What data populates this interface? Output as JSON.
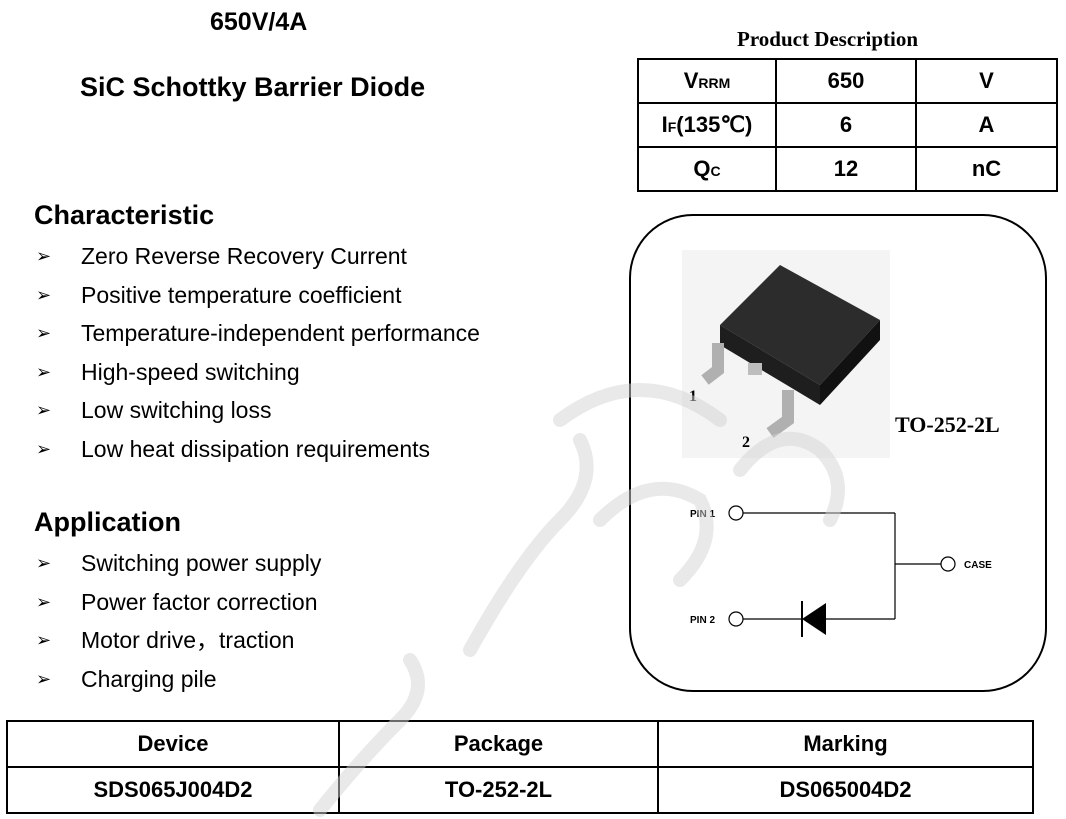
{
  "header": {
    "rating": "650V/4A",
    "title": "SiC Schottky Barrier Diode"
  },
  "characteristic": {
    "heading": "Characteristic",
    "bullet": "➢",
    "items": [
      "Zero Reverse Recovery Current",
      "Positive temperature coefficient",
      "Temperature-independent performance",
      "High-speed switching",
      "Low switching loss",
      "Low heat dissipation requirements"
    ]
  },
  "application": {
    "heading": "Application",
    "items": [
      "Switching power supply",
      "Power factor correction",
      "Motor drive，traction",
      "Charging pile"
    ]
  },
  "product_description": {
    "title": "Product Description",
    "rows": [
      {
        "sym": "V",
        "sub": "RRM",
        "sym_tail": "",
        "value": "650",
        "unit": "V"
      },
      {
        "sym": "I",
        "sub": "F",
        "sym_tail": "(135℃)",
        "value": "6",
        "unit": "A"
      },
      {
        "sym": "Q",
        "sub": "C",
        "sym_tail": "",
        "value": "12",
        "unit": "nC"
      }
    ]
  },
  "package": {
    "name": "TO-252-2L",
    "lead1": "1",
    "lead2": "2",
    "pin1": "PIN 1",
    "pin2": "PIN 2",
    "case": "CASE"
  },
  "ordering": {
    "headers": [
      "Device",
      "Package",
      "Marking"
    ],
    "row": [
      "SDS065J004D2",
      "TO-252-2L",
      "DS065004D2"
    ]
  },
  "colors": {
    "text": "#000000",
    "package_body": "#1a1a1a",
    "lead": "#b8b8b8",
    "watermark": "#cfcfcf"
  }
}
